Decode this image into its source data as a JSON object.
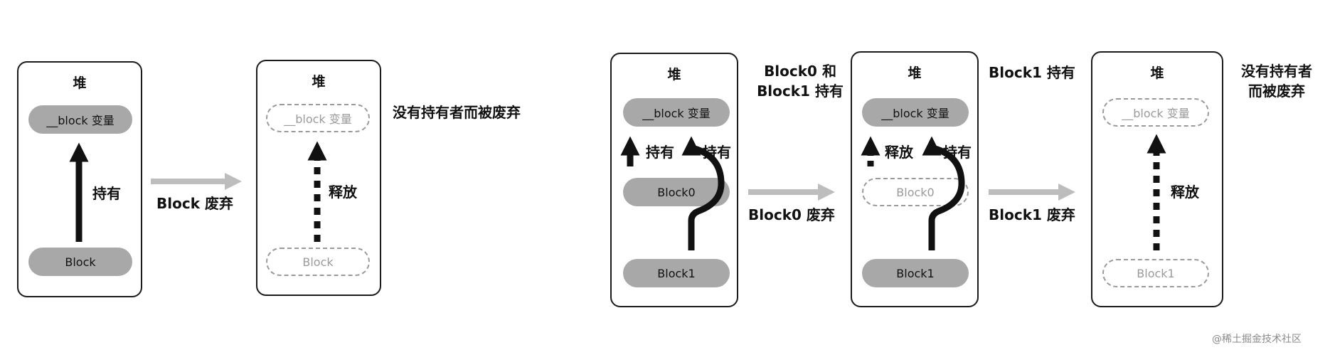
{
  "heap_label": "堆",
  "scenario_a": {
    "before": {
      "var_label": "__block 变量",
      "block_label": "Block",
      "hold_label": "持有"
    },
    "transition_label": "Block 废弃",
    "after": {
      "var_label": "__block 变量",
      "block_label": "Block",
      "release_label": "释放",
      "note": "没有持有者而被废弃"
    }
  },
  "scenario_b": {
    "stage1": {
      "var_label": "__block 变量",
      "block0_label": "Block0",
      "block1_label": "Block1",
      "hold_left": "持有",
      "hold_right": "持有",
      "note_line1": "Block0 和",
      "note_line2": "Block1 持有"
    },
    "transition1_label": "Block0 废弃",
    "stage2": {
      "var_label": "__block 变量",
      "block0_label": "Block0",
      "block1_label": "Block1",
      "release_label": "释放",
      "hold_label": "持有",
      "note": "Block1 持有"
    },
    "transition2_label": "Block1 废弃",
    "stage3": {
      "var_label": "__block 变量",
      "block1_label": "Block1",
      "release_label": "释放",
      "note_line1": "没有持有者",
      "note_line2": "而被废弃"
    }
  },
  "watermark": "@稀土掘金技术社区"
}
